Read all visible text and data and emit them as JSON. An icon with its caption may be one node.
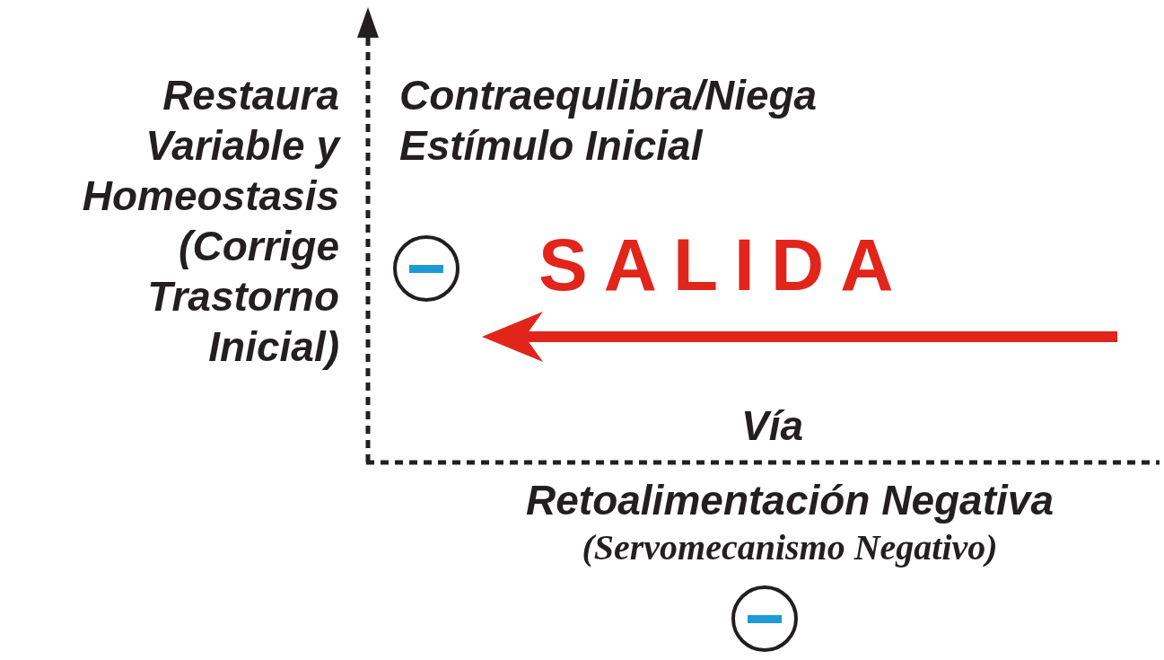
{
  "diagram": {
    "nodes": [
      {
        "text": [],
        "shape": "circle"
      },
      {
        "text": [],
        "shape": "circle"
      }
    ],
    "labels": [
      "Restaura Variable y Homeostasis (Corrige Trastorno Inicial)",
      "Contraequlibra/Niega Estímulo Inicial",
      "SALIDA",
      "Vía",
      "Retoalimentación Negativa",
      "(Servomecanismo Negativo)"
    ]
  }
}
